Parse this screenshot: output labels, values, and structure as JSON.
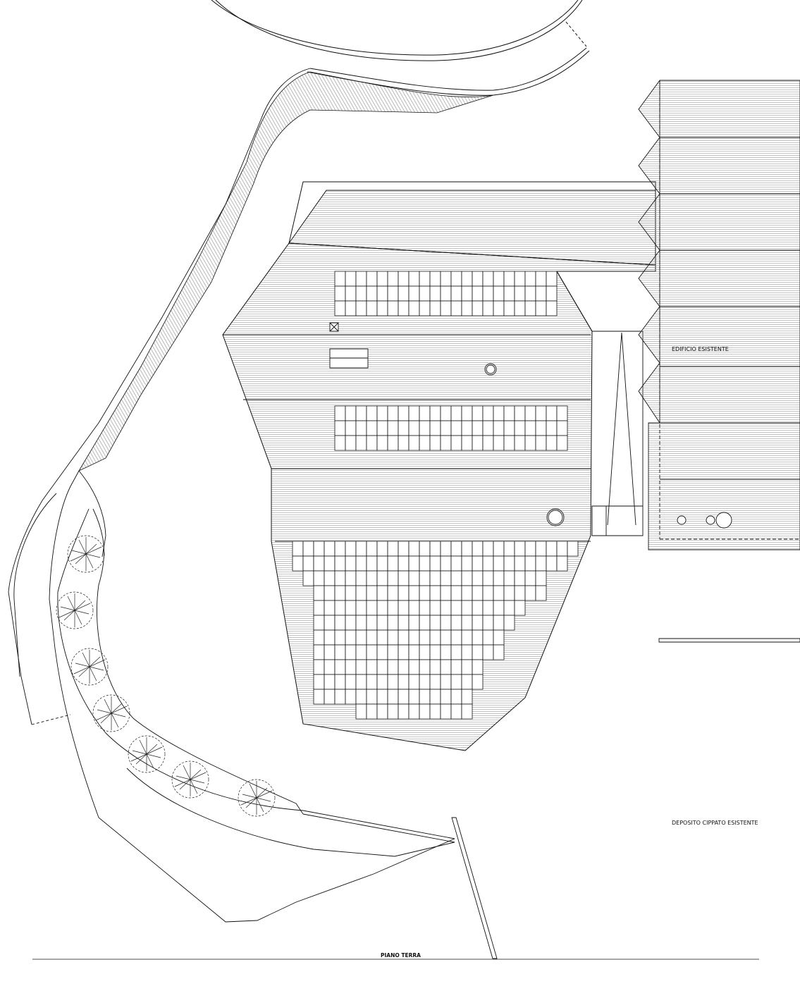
{
  "labels": {
    "existing_building": "EDIFICIO ESISTENTE",
    "existing_wood_chip_store": "DEPOSITO CIPPATO ESISTENTE",
    "drawing_title": "PIANO TERRA"
  },
  "colors": {
    "line": "#111111",
    "hatch": "#8a8a8a",
    "background": "#ffffff"
  }
}
